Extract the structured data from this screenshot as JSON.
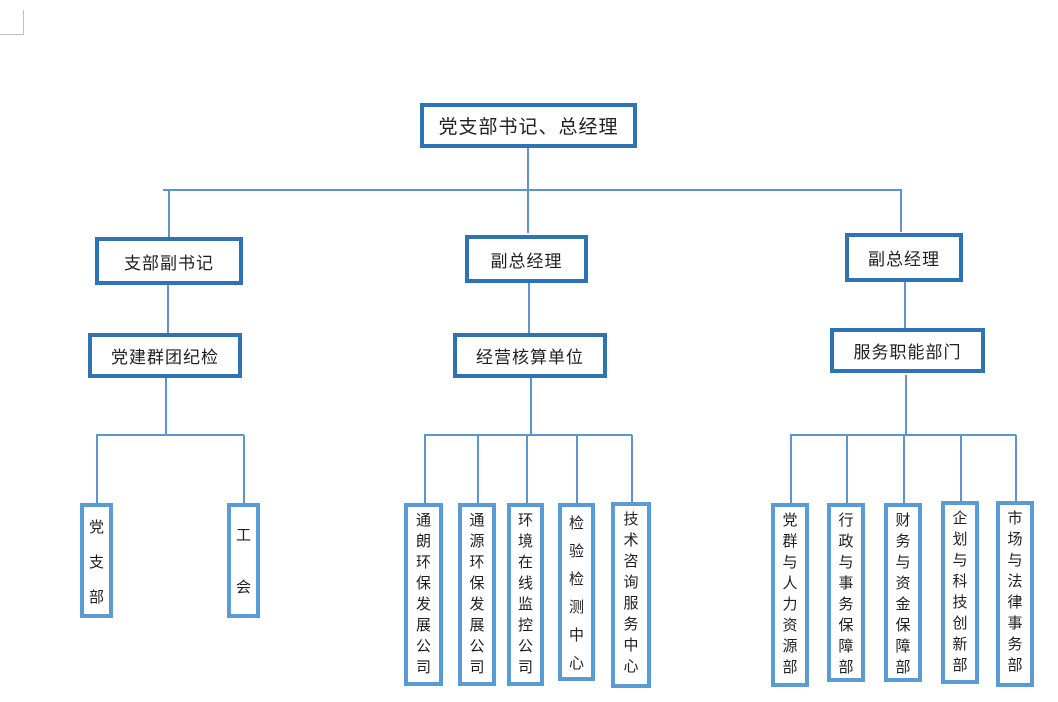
{
  "colors": {
    "upper_box_border": "#2E74B5",
    "lower_box_border": "#5B9BD5",
    "connector_line": "#5E93CE",
    "text": "#1f1f1f",
    "margin_mark": "#c0c0c0",
    "background": "#ffffff"
  },
  "org_chart": {
    "root": {
      "label": "党支部书记、总经理"
    },
    "branches": [
      {
        "head": {
          "label": "支部副书记"
        },
        "unit": {
          "label": "党建群团纪检"
        },
        "children": [
          {
            "label": "党支部"
          },
          {
            "label": "工会"
          }
        ]
      },
      {
        "head": {
          "label": "副总经理"
        },
        "unit": {
          "label": "经营核算单位"
        },
        "children": [
          {
            "label": "通朗环保发展公司"
          },
          {
            "label": "通源环保发展公司"
          },
          {
            "label": "环境在线监控公司"
          },
          {
            "label": "检验检测中心"
          },
          {
            "label": "技术咨询服务中心"
          }
        ]
      },
      {
        "head": {
          "label": "副总经理"
        },
        "unit": {
          "label": "服务职能部门"
        },
        "children": [
          {
            "label": "党群与人力资源部"
          },
          {
            "label": "行政与事务保障部"
          },
          {
            "label": "财务与资金保障部"
          },
          {
            "label": "企划与科技创新部"
          },
          {
            "label": "市场与法律事务部"
          }
        ]
      }
    ]
  }
}
